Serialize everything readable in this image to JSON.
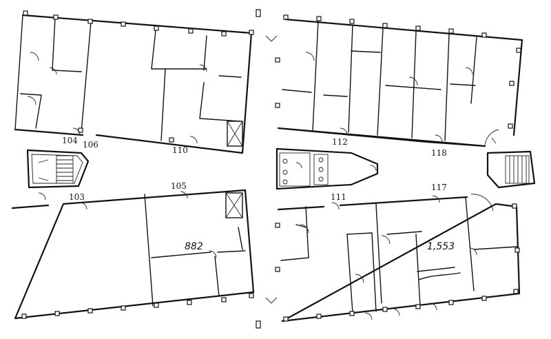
{
  "room_labels": {
    "r104": "104",
    "r106": "106",
    "r110": "110",
    "r112": "112",
    "r118": "118",
    "r103": "103",
    "r105": "105",
    "r111": "111",
    "r117": "117"
  },
  "area_notes": {
    "left_lower": "882",
    "right_lower": "1,553"
  }
}
